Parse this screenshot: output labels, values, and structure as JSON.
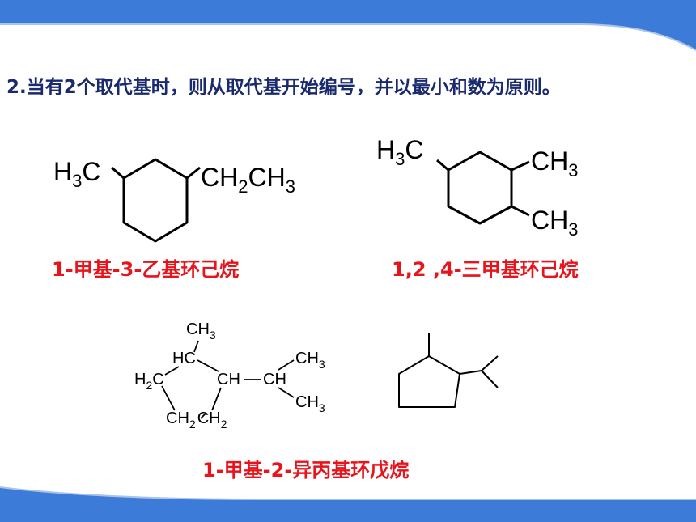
{
  "rule": "2.当有2个取代基时，则从取代基开始编号，并以最小和数为原则。",
  "molecules": {
    "m1": {
      "caption": "1-甲基-3-乙基环己烷",
      "left_group": "H",
      "left_sub": "3",
      "left_c": "C",
      "right_ch": "CH",
      "right_sub2": "2",
      "right_ch2": "CH",
      "right_sub3": "3"
    },
    "m2": {
      "caption": "1,2 ,4-三甲基环己烷",
      "top_h": "H",
      "top_sub": "3",
      "top_c": "C",
      "g2": "CH",
      "g2_sub": "3",
      "g3": "CH",
      "g3_sub": "3"
    },
    "m3": {
      "caption": "1-甲基-2-异丙基环戊烷",
      "ch3_top": "CH",
      "ch3_top_sub": "3",
      "hc": "HC",
      "h2c_h": "H",
      "h2c_sub": "2",
      "h2c_c": "C",
      "ch_ring": "CH",
      "ch_branch": "CH",
      "ch3_upper": "CH",
      "ch3_upper_sub": "3",
      "ch3_lower": "CH",
      "ch3_lower_sub": "3",
      "bottom_ch2a": "CH",
      "bottom_sub_a": "2",
      "bottom_ch2b": "CH",
      "bottom_sub_b": "2"
    }
  },
  "colors": {
    "header_blue": "#3d7bd9",
    "title_text": "#1a2a6e",
    "caption_red": "#e8141b"
  }
}
